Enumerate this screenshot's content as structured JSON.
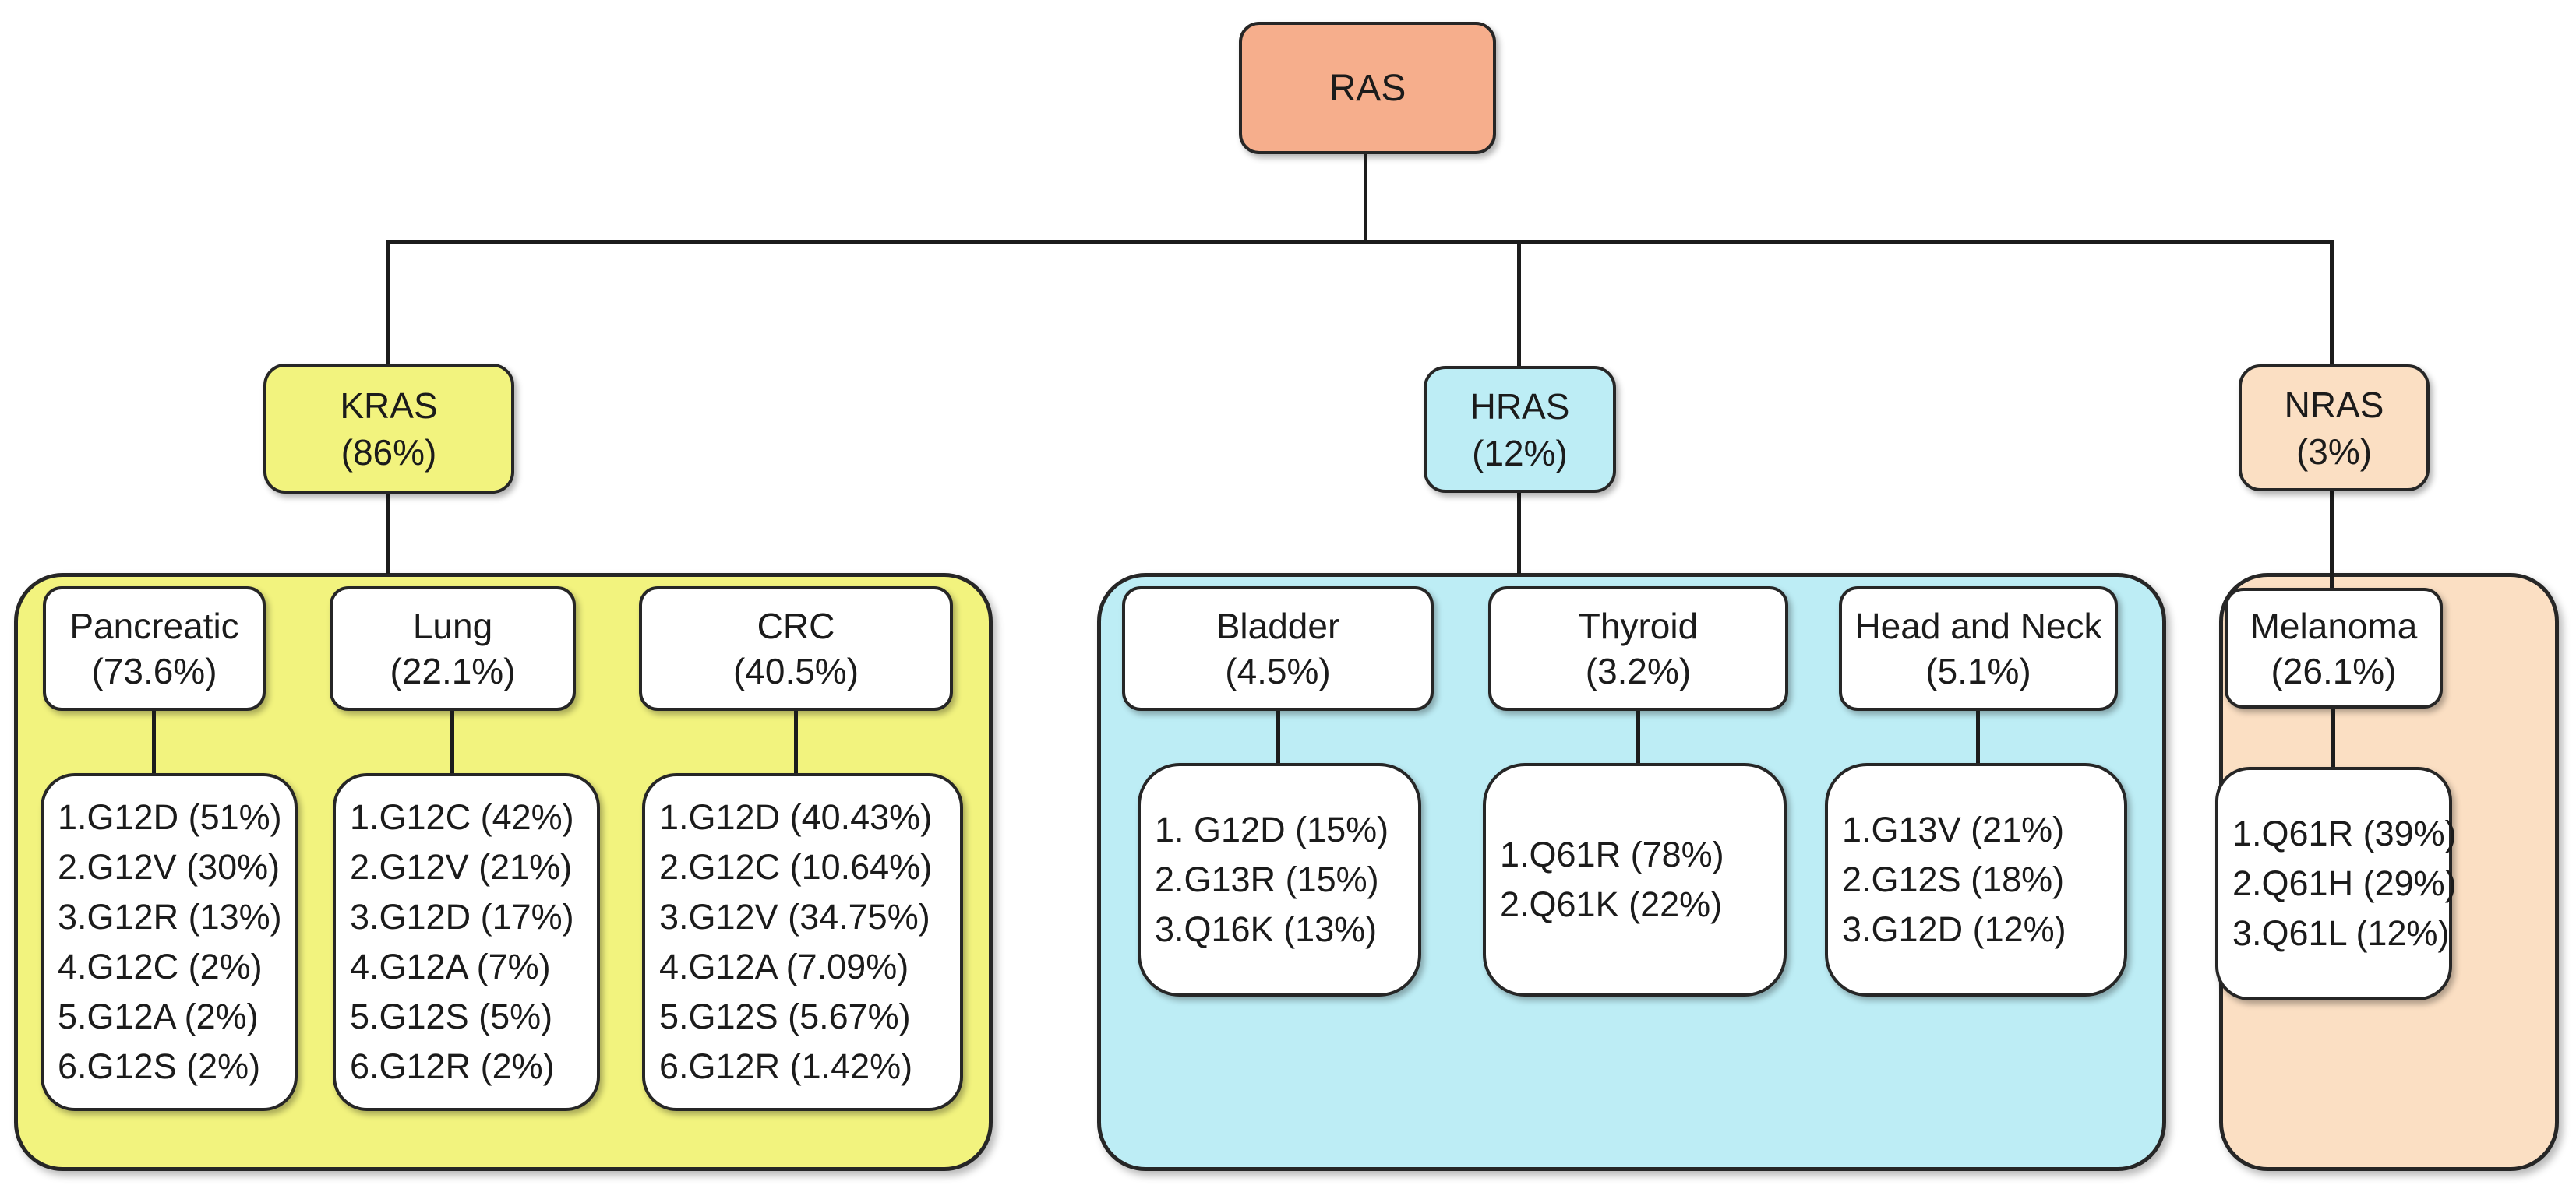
{
  "title": {
    "root": "RAS"
  },
  "colors": {
    "salmon": "#F6AE8C",
    "yellow": "#F2F37E",
    "cyan": "#BDEDF5",
    "peach": "#FBDFC3"
  },
  "genes": [
    {
      "name": "KRAS",
      "pct": "(86%)"
    },
    {
      "name": "HRAS",
      "pct": "(12%)"
    },
    {
      "name": "NRAS",
      "pct": "(3%)"
    }
  ],
  "groups": [
    {
      "gene": "KRAS",
      "tissues": [
        {
          "name": "Pancreatic",
          "pct": "(73.6%)",
          "mutations": [
            "1.G12D (51%)",
            "2.G12V (30%)",
            "3.G12R (13%)",
            "4.G12C (2%)",
            "5.G12A (2%)",
            "6.G12S (2%)"
          ]
        },
        {
          "name": "Lung",
          "pct": "(22.1%)",
          "mutations": [
            "1.G12C (42%)",
            "2.G12V (21%)",
            "3.G12D (17%)",
            "4.G12A (7%)",
            "5.G12S (5%)",
            "6.G12R (2%)"
          ]
        },
        {
          "name": "CRC",
          "pct": "(40.5%)",
          "mutations": [
            "1.G12D (40.43%)",
            "2.G12C (10.64%)",
            "3.G12V (34.75%)",
            "4.G12A (7.09%)",
            "5.G12S (5.67%)",
            "6.G12R (1.42%)"
          ]
        }
      ]
    },
    {
      "gene": "HRAS",
      "tissues": [
        {
          "name": "Bladder",
          "pct": "(4.5%)",
          "mutations": [
            "1. G12D (15%)",
            "2.G13R (15%)",
            "3.Q16K (13%)"
          ]
        },
        {
          "name": "Thyroid",
          "pct": "(3.2%)",
          "mutations": [
            "1.Q61R (78%)",
            "2.Q61K (22%)"
          ]
        },
        {
          "name": "Head and Neck",
          "pct": "(5.1%)",
          "mutations": [
            "1.G13V (21%)",
            "2.G12S (18%)",
            "3.G12D (12%)"
          ]
        }
      ]
    },
    {
      "gene": "NRAS",
      "tissues": [
        {
          "name": "Melanoma",
          "pct": "(26.1%)",
          "mutations": [
            "1.Q61R (39%)",
            "2.Q61H (29%)",
            "3.Q61L (12%)"
          ]
        }
      ]
    }
  ]
}
